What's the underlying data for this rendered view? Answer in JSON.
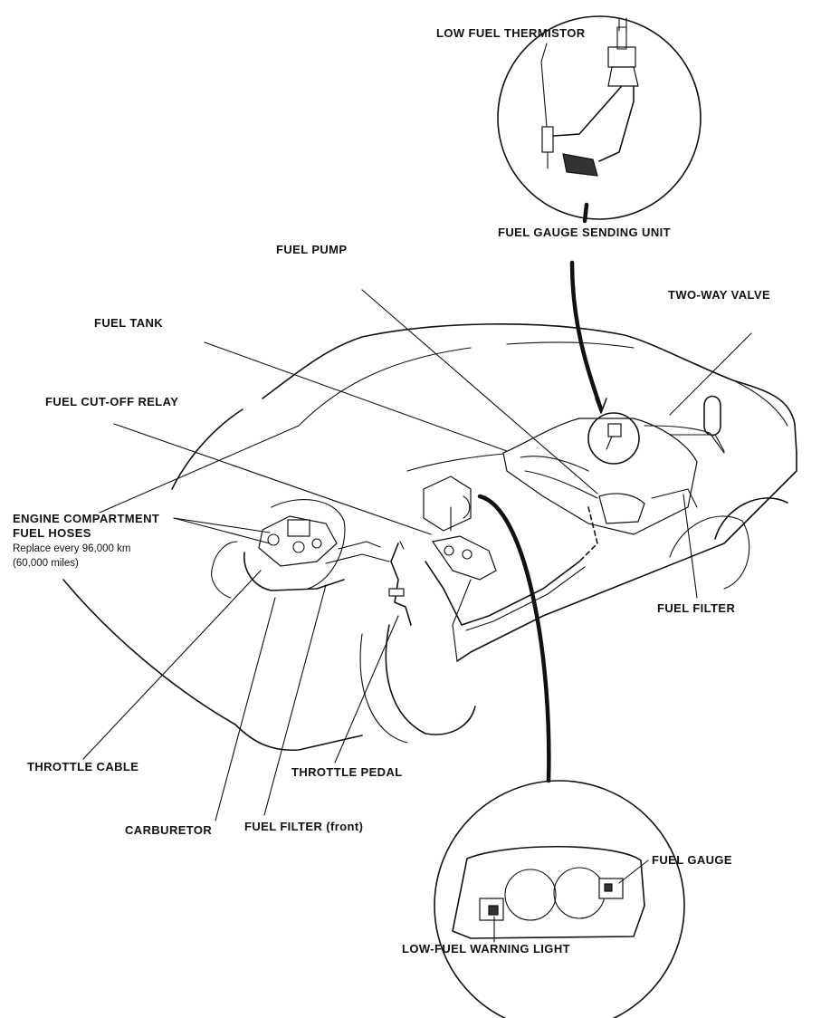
{
  "labels": {
    "low_fuel_thermistor": "LOW FUEL THERMISTOR",
    "fuel_gauge_sending_unit": "FUEL GAUGE SENDING UNIT",
    "fuel_pump": "FUEL PUMP",
    "two_way_valve": "TWO-WAY VALVE",
    "fuel_tank": "FUEL TANK",
    "fuel_cut_off_relay": "FUEL CUT-OFF RELAY",
    "engine_compartment_line1": "ENGINE COMPARTMENT",
    "engine_compartment_line2": "FUEL HOSES",
    "replace_line1": "Replace every 96,000 km",
    "replace_line2": "(60,000 miles)",
    "fuel_filter_rear": "FUEL FILTER",
    "throttle_cable": "THROTTLE CABLE",
    "throttle_pedal": "THROTTLE PEDAL",
    "carburetor": "CARBURETOR",
    "fuel_filter_front": "FUEL FILTER (front)",
    "fuel_gauge": "FUEL GAUGE",
    "low_fuel_warning_light": "LOW-FUEL WARNING LIGHT"
  },
  "colors": {
    "ink": "#111111",
    "paper": "#ffffff"
  }
}
